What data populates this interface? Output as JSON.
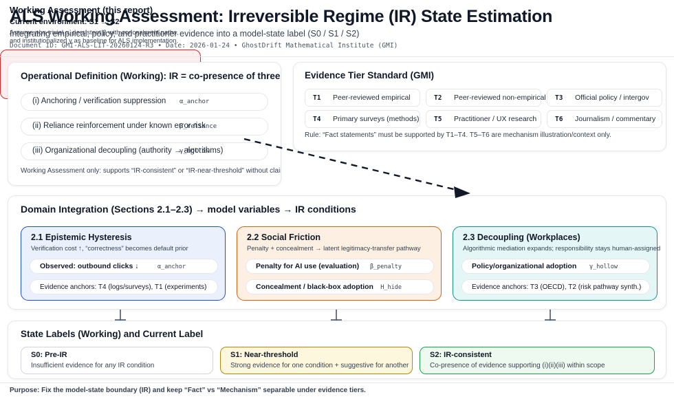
{
  "header": {
    "title": "ALS Working Assessment: Irreversible Regime (IR) State Estimation",
    "subtitle": "Integrating empirical, policy, and practitioner evidence into a model-state label (S0 / S1 / S2)",
    "meta": "Document ID: GMI-ALS-LIT-20260124-R3 • Date: 2026-01-24 • GhostDrift Mathematical Institute (GMI)"
  },
  "operational_definition": {
    "title": "Operational Definition (Working): IR = co-presence of three conditions",
    "conditions": [
      {
        "text": "(i) Anchoring / verification suppression",
        "var": "α_anchor"
      },
      {
        "text": "(ii) Reliance reinforcement under known error risk",
        "var": "β_reliance"
      },
      {
        "text": "(iii) Organizational decoupling (authority → algorithms)",
        "var": "γ_hollow"
      }
    ],
    "note": "Working Assessment only: supports “IR-consistent” or “IR-near-threshold” without claiming universal finality."
  },
  "evidence_tiers": {
    "title": "Evidence Tier Standard (GMI)",
    "tiers": [
      {
        "code": "T1",
        "label": "Peer-reviewed empirical"
      },
      {
        "code": "T2",
        "label": "Peer-reviewed non-empirical"
      },
      {
        "code": "T3",
        "label": "Official policy / intergov"
      },
      {
        "code": "T4",
        "label": "Primary surveys (methods)"
      },
      {
        "code": "T5",
        "label": "Practitioner / UX research"
      },
      {
        "code": "T6",
        "label": "Journalism / commentary"
      }
    ],
    "rule": "Rule: “Fact statements” must be supported by T1–T4. T5–T6 are mechanism illustration/context only."
  },
  "working_assessment": {
    "title": "Working Assessment (this report)",
    "environment": "Current environment: S1 → S2",
    "body_line1": "Assume non-trivial α, persistent β with concealment paths,",
    "body_line2": "and institutionalized γ as baseline for ALS implementation.",
    "accent": "#dc2626"
  },
  "domain_integration": {
    "title": "Domain Integration (Sections 2.1–2.3) → model variables → IR conditions",
    "cards": [
      {
        "title": "2.1 Epistemic Hysteresis",
        "subtitle": "Verification cost ↑, “correctness” becomes default prior",
        "accent": "#1d4ed8",
        "pill_primary": "Observed: outbound clicks ↓",
        "pill_primary_var": "α_anchor",
        "pill_secondary": "Evidence anchors: T4 (logs/surveys), T1 (experiments)",
        "pill_secondary_var": ""
      },
      {
        "title": "2.2 Social Friction",
        "subtitle": "Penalty + concealment → latent legitimacy-transfer pathway",
        "accent": "#d2600e",
        "pill_primary": "Penalty for AI use (evaluation)",
        "pill_primary_var": "β_penalty",
        "pill_secondary": "Concealment / black-box adoption",
        "pill_secondary_var": "H_hide"
      },
      {
        "title": "2.3 Decoupling (Workplaces)",
        "subtitle": "Algorithmic mediation expands; responsibility stays human-assigned",
        "accent": "#0d9488",
        "pill_primary": "Policy/organizational adoption",
        "pill_primary_var": "γ_hollow",
        "pill_secondary": "Evidence anchors: T3 (OECD), T2 (risk pathway synth.)",
        "pill_secondary_var": ""
      }
    ]
  },
  "state_labels": {
    "title": "State Labels (Working) and Current Label",
    "states": [
      {
        "title": "S0: Pre-IR",
        "desc": "Insufficient evidence for any IR condition",
        "accent": "#d1d5db"
      },
      {
        "title": "S1: Near-threshold",
        "desc": "Strong evidence for one condition + suggestive for another",
        "accent": "#b8860b"
      },
      {
        "title": "S2: IR-consistent",
        "desc": "Co-presence of evidence supporting (i)(ii)(iii) within scope",
        "accent": "#15a34a"
      }
    ]
  },
  "footer": {
    "text": "Purpose: Fix the model-state boundary (IR) and keep “Fact” vs “Mechanism” separable under evidence tiers."
  }
}
